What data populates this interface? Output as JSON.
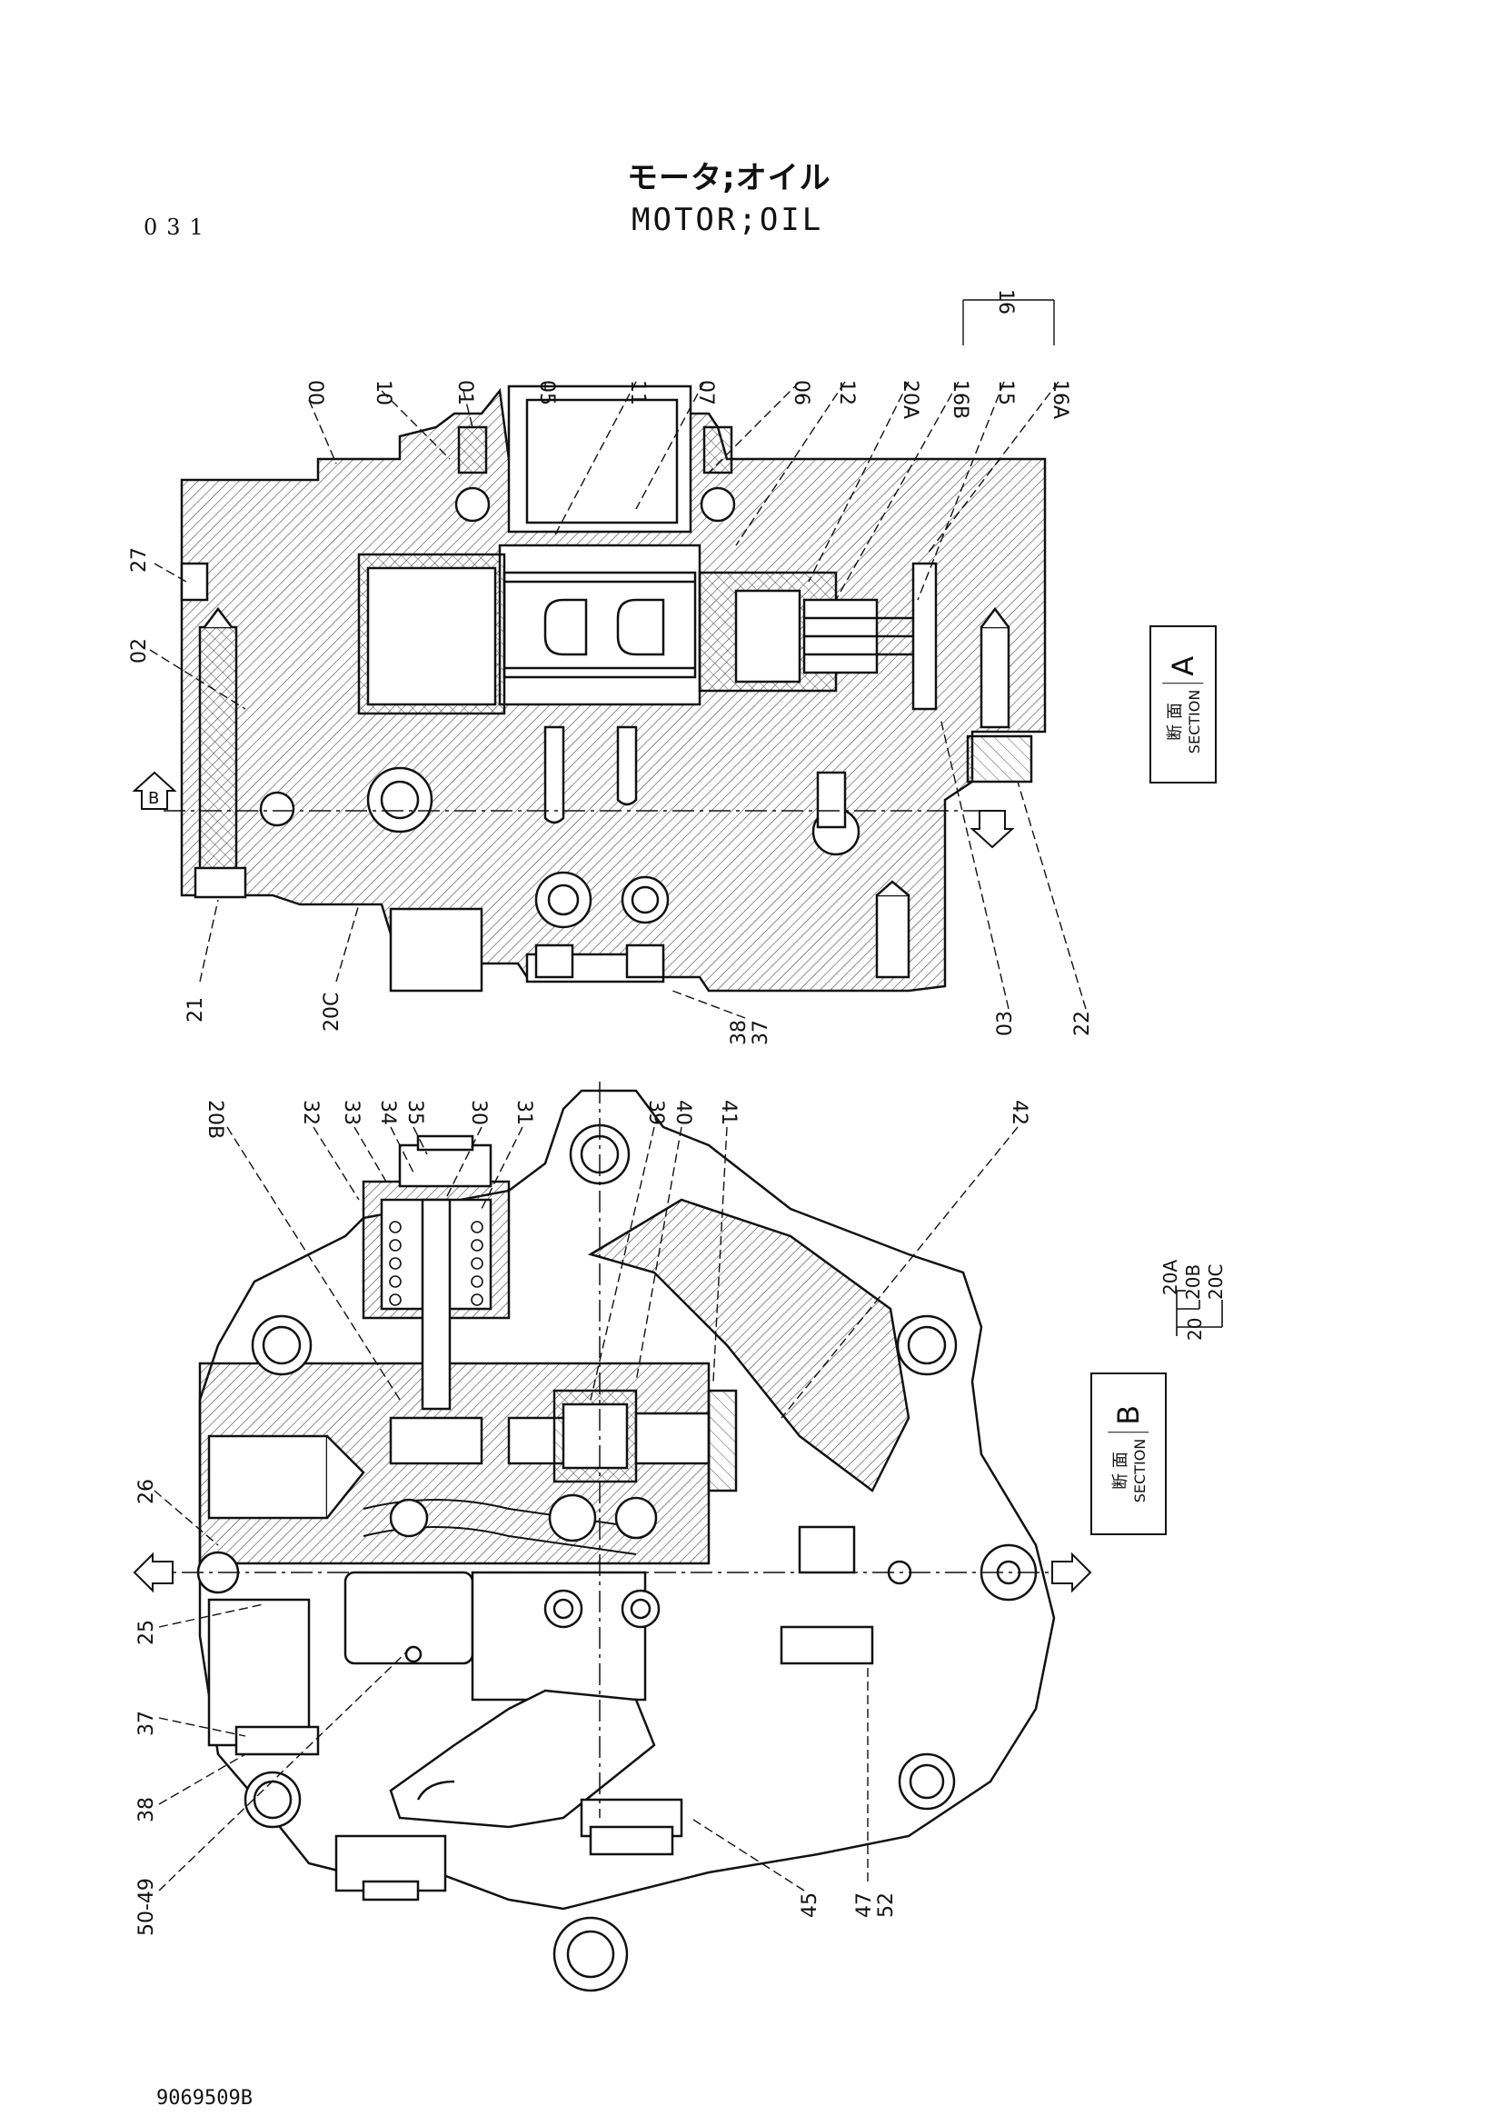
{
  "header": {
    "title_jp": "モータ;オイル",
    "title_en": "MOTOR;OIL",
    "page_code": "031"
  },
  "footer": {
    "drawing_number": "9069509B"
  },
  "section_a": {
    "label_jp": "断 面",
    "label_en": "SECTION",
    "letter": "A",
    "callouts": [
      "00",
      "10",
      "01",
      "05",
      "11",
      "07",
      "06",
      "12",
      "20A",
      "16B",
      "15",
      "16A",
      "16",
      "27",
      "02",
      "21",
      "20C",
      "38",
      "37",
      "03",
      "22"
    ]
  },
  "section_b": {
    "label_jp": "断 面",
    "label_en": "SECTION",
    "letter": "B",
    "callouts": [
      "20B",
      "32",
      "33",
      "34",
      "35",
      "30",
      "31",
      "39",
      "40",
      "41",
      "42",
      "26",
      "25",
      "37",
      "38",
      "50-49",
      "45",
      "47",
      "52"
    ]
  },
  "group_20": {
    "parent": "20",
    "children": [
      "20A",
      "20B",
      "20C"
    ]
  },
  "section_markers": {
    "a": "A",
    "b": "B"
  }
}
